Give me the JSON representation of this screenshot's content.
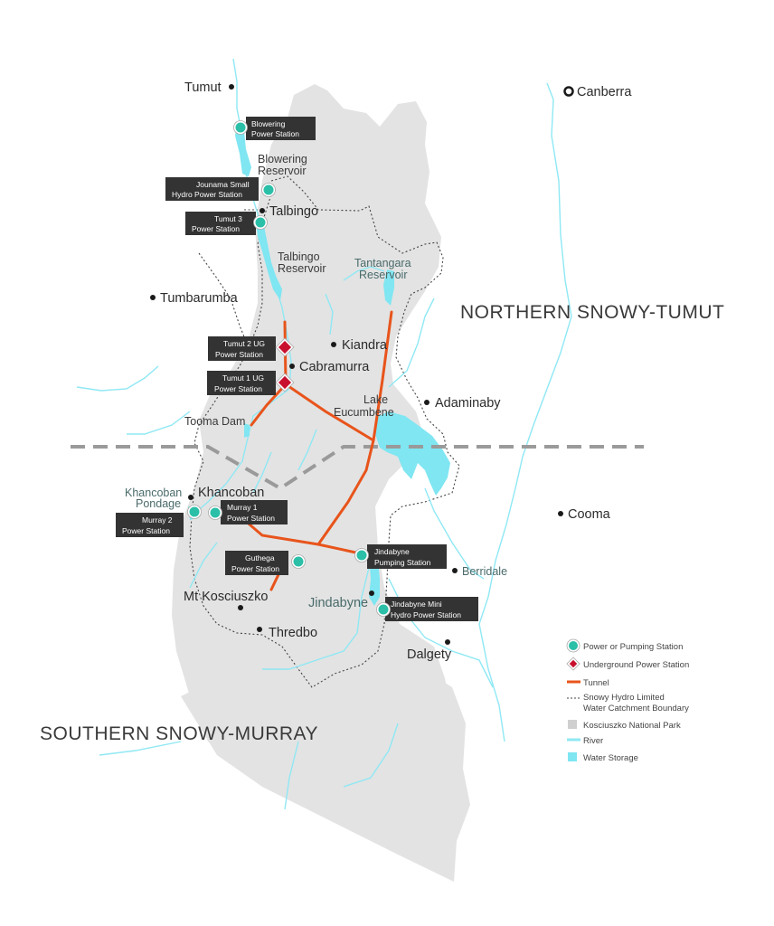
{
  "regions": {
    "northern": "NORTHERN SNOWY-TUMUT",
    "southern": "SOUTHERN SNOWY-MURRAY"
  },
  "towns": {
    "tumut": "Tumut",
    "canberra": "Canberra",
    "talbingo": "Talbingo",
    "tumbarumba": "Tumbarumba",
    "kiandra": "Kiandra",
    "cabramurra": "Cabramurra",
    "adaminaby": "Adaminaby",
    "khancoban": "Khancoban",
    "cooma": "Cooma",
    "berridale": "Berridale",
    "mt_kosciuszko": "Mt Kosciuszko",
    "jindabyne": "Jindabyne",
    "thredbo": "Thredbo",
    "dalgety": "Dalgety"
  },
  "water": {
    "blowering_1": "Blowering",
    "blowering_2": "Reservoir",
    "talbingo_1": "Talbingo",
    "talbingo_2": "Reservoir",
    "tantangara_1": "Tantangara",
    "tantangara_2": "Reservoir",
    "eucumbene_1": "Lake",
    "eucumbene_2": "Eucumbene",
    "tooma": "Tooma Dam",
    "khancoban_pondage_1": "Khancoban",
    "khancoban_pondage_2": "Pondage"
  },
  "stations": {
    "blowering": [
      "Blowering",
      "Power Station"
    ],
    "jounama": [
      "Jounama Small",
      "Hydro Power Station"
    ],
    "tumut3": [
      "Tumut 3",
      "Power Station"
    ],
    "tumut2": [
      "Tumut 2 UG",
      "Power Station"
    ],
    "tumut1": [
      "Tumut 1 UG",
      "Power Station"
    ],
    "murray1": [
      "Murray 1",
      "Power Station"
    ],
    "murray2": [
      "Murray 2",
      "Power Station"
    ],
    "guthega": [
      "Guthega",
      "Power Station"
    ],
    "jindabyne_pump": [
      "Jindabyne",
      "Pumping Station"
    ],
    "jindabyne_mini": [
      "Jindabyne Mini",
      "Hydro Power Station"
    ]
  },
  "legend": {
    "station": "Power or Pumping Station",
    "underground": "Underground Power Station",
    "tunnel": "Tunnel",
    "boundary_1": "Snowy Hydro Limited",
    "boundary_2": "Water Catchment Boundary",
    "park": "Kosciuszko National Park",
    "river": "River",
    "storage": "Water Storage"
  },
  "colors": {
    "park": "#e3e3e3",
    "river": "#8fe8f4",
    "storage": "#7fe6f2",
    "tunnel": "#e8541b",
    "station": "#2bbfa8",
    "underground": "#c8102e",
    "label_box": "#333333",
    "divider": "#9a9a9a"
  }
}
